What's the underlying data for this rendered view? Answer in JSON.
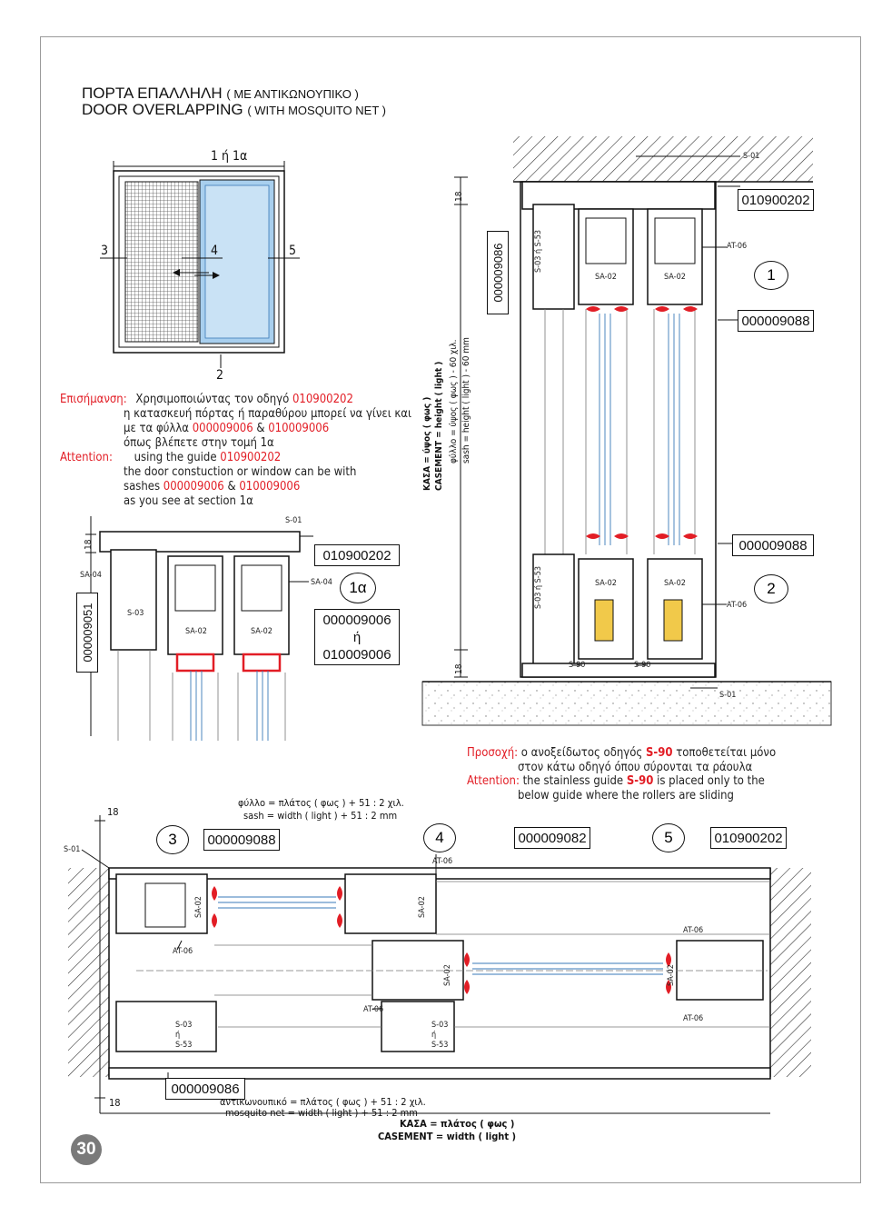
{
  "title": {
    "greek_main": "ΠΟΡΤΑ ΕΠΑΛΛΗΛΗ",
    "greek_sub": "( ΜΕ ΑΝΤΙΚΩΝΟΥΠΙΚΟ )",
    "english_main": "DOOR OVERLAPPING",
    "english_sub": "( WITH MOSQUITO NET )"
  },
  "elevation": {
    "top_label": "1 ή 1α",
    "label_3": "3",
    "label_4": "4",
    "label_5": "5",
    "label_2": "2"
  },
  "note_gr": {
    "head": "Επισήμανση:",
    "l1a": "Χρησιμοποιώντας τον οδηγό ",
    "l1code": "010900202",
    "l2": "η κατασκευή πόρτας ή παραθύρου μπορεί να γίνει και",
    "l3a": "με τα φύλλα ",
    "l3code1": "000009006",
    "l3amp": " & ",
    "l3code2": "010009006",
    "l4": "όπως βλέπετε στην τομή 1α"
  },
  "note_en": {
    "head": "Attention:",
    "l1a": "using the guide ",
    "l1code": "010900202",
    "l2": "the door constuction or window can be with",
    "l3a": "sashes ",
    "l3code1": "000009006",
    "l3amp": " & ",
    "l3code2": "010009006",
    "l4": "as you see at section 1α"
  },
  "vertical_section": {
    "dim_18_top": "18",
    "dim_18_bottom": "18",
    "code_000009086": "000009086",
    "casement_gr": "ΚΑΣΑ = ύψος ( φως )",
    "casement_en": "CASEMENT = height ( light )",
    "sash_gr": "φύλλο = ύψος ( φως ) - 60 χιλ.",
    "sash_en": "sash = height ( light ) - 60 mm",
    "s01_top": "S-01",
    "code_010900202": "010900202",
    "at06": "AT-06",
    "num_1": "1",
    "code_000009088": "000009088",
    "sa02_a": "SA-02",
    "sa02_b": "SA-02",
    "s03_s53": "S-03\nή\nS-53",
    "code_000009088_b": "000009088",
    "sa02_c": "SA-02",
    "sa02_d": "SA-02",
    "at06_b": "AT-06",
    "num_2": "2",
    "s90_a": "S-90",
    "s90_b": "S-90",
    "s01_bottom": "S-01",
    "s03_s53_b": "S-03\nή\nS-53"
  },
  "section_1a": {
    "s01": "S-01",
    "dim_18": "18",
    "sa04_left": "SA-04",
    "sa04_right": "SA-04",
    "code_000009051": "000009051",
    "s03": "S-03",
    "sa02_a": "SA-02",
    "sa02_b": "SA-02",
    "code_010900202": "010900202",
    "label_1a": "1α",
    "code_000009006": "000009006",
    "or": "ή",
    "code_010009006": "010009006"
  },
  "caution": {
    "gr_head": "Προσοχή:",
    "gr_l1a": " ο ανοξείδωτος οδηγός ",
    "gr_code": "S-90",
    "gr_l1b": " τοποθετείται μόνο",
    "gr_l2": "στον κάτω οδηγό όπου σύρονται τα ράουλα",
    "en_head": "Attention:",
    "en_l1a": " the stainless guide ",
    "en_code": "S-90",
    "en_l1b": " is placed only to the",
    "en_l2": "below guide where the rollers are sliding"
  },
  "horizontal_section": {
    "dim_18_top": "18",
    "sash_gr": "φύλλο = πλάτος ( φως ) + 51 : 2 χιλ.",
    "sash_en": "sash = width ( light ) + 51 : 2 mm",
    "num_3": "3",
    "code_000009088": "000009088",
    "num_4": "4",
    "code_000009082": "000009082",
    "num_5": "5",
    "code_010900202": "010900202",
    "s01": "S-01",
    "at06_top": "AT-06",
    "sa02_a": "SA-02",
    "sa02_b": "SA-02",
    "sa02_c": "SA-02",
    "sa02_d": "SA-02",
    "at06_left": "AT-06",
    "at06_right_top": "AT-06",
    "at06_mid": "AT-06",
    "at06_right_bottom": "AT-06",
    "s03_s53_a": "S-03\nή\nS-53",
    "s03_s53_b": "S-03\nή\nS-53",
    "dim_18_bottom": "18",
    "code_000009086": "000009086",
    "mosq_gr": "αντικωνουπικό = πλάτος ( φως ) + 51 : 2 χιλ.",
    "mosq_en": "mosquito net = width ( light ) + 51 : 2 mm",
    "casement_gr": "ΚΑΣΑ = πλάτος ( φως )",
    "casement_en": "CASEMENT = width ( light )"
  },
  "page_number": "30",
  "colors": {
    "accent_red": "#e21d25",
    "glass_blue": "#a8cfee",
    "profile_grey": "#555555",
    "hatch": "#333333"
  }
}
